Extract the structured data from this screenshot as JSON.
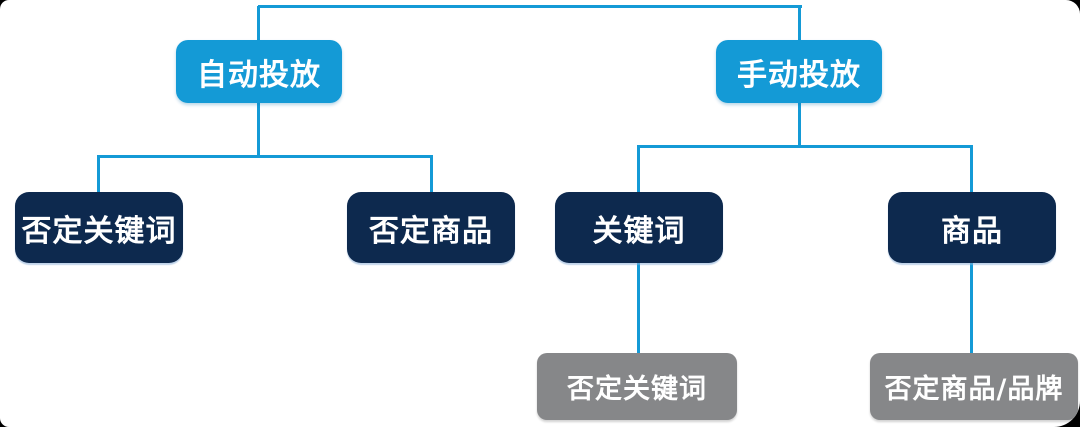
{
  "diagram": {
    "description": "ad-targeting-hierarchy-flowchart",
    "nodes": [
      {
        "id": "auto",
        "label": "自动投放",
        "level": 1,
        "style": "primary-blue"
      },
      {
        "id": "manual",
        "label": "手动投放",
        "level": 1,
        "style": "primary-blue"
      },
      {
        "id": "negative-keywords-auto",
        "label": "否定关键词",
        "level": 2,
        "style": "dark-navy",
        "parent": "auto"
      },
      {
        "id": "negative-products-auto",
        "label": "否定商品",
        "level": 2,
        "style": "dark-navy",
        "parent": "auto"
      },
      {
        "id": "keywords",
        "label": "关键词",
        "level": 2,
        "style": "dark-navy",
        "parent": "manual"
      },
      {
        "id": "products",
        "label": "商品",
        "level": 2,
        "style": "dark-navy",
        "parent": "manual"
      },
      {
        "id": "negative-keywords-manual",
        "label": "否定关键词",
        "level": 3,
        "style": "gray",
        "parent": "keywords"
      },
      {
        "id": "negative-products-brand",
        "label": "否定商品/品牌",
        "level": 3,
        "style": "gray",
        "parent": "products"
      }
    ],
    "colors": {
      "primary_blue": "#149AD6",
      "dark_navy": "#0D294E",
      "gray": "#868789",
      "connector_line": "#149AD6",
      "text": "#FFFFFF",
      "canvas_background": "#FFFFFF",
      "page_background": "#000000"
    }
  }
}
